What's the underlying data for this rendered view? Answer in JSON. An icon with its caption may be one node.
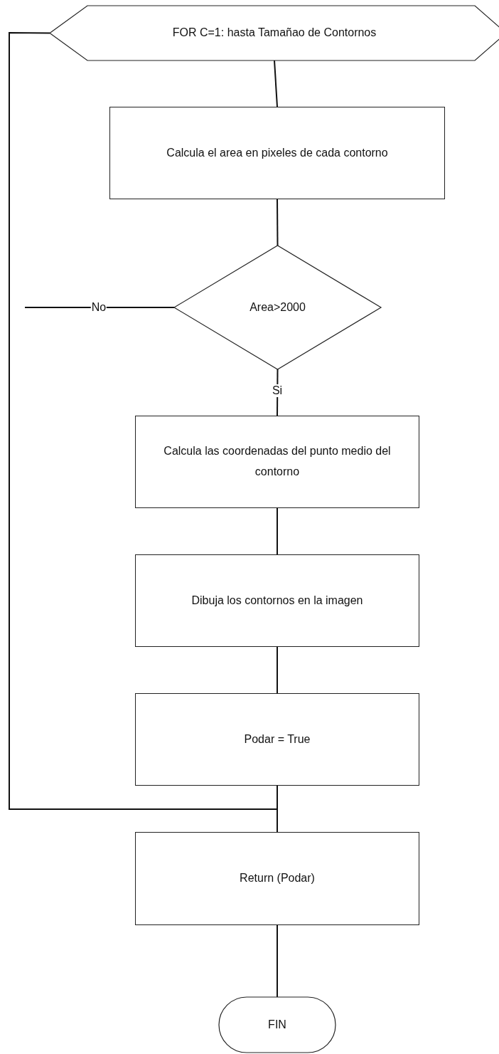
{
  "diagram": {
    "nodes": [
      {
        "text": [
          "FOR C=1: hasta Tamañao de Contornos"
        ]
      },
      {
        "text": [
          "Calcula el area en pixeles de cada contorno"
        ]
      },
      {
        "text": [
          "Area>2000"
        ]
      },
      {
        "text": [
          "Calcula las coordenadas del punto medio del contorno"
        ]
      },
      {
        "text": [
          "Dibuja los contornos en la imagen"
        ]
      },
      {
        "text": [
          "Podar = True"
        ]
      },
      {
        "text": [
          "Return (Podar)"
        ]
      },
      {
        "text": [
          "FIN"
        ]
      }
    ],
    "edges": [
      {
        "from": 0,
        "to": 1,
        "arrow": "none"
      },
      {
        "from": 1,
        "to": 2,
        "arrow": "none"
      },
      {
        "from": 2,
        "to": null,
        "arrow": "none",
        "label": "No"
      },
      {
        "from": 2,
        "to": 3,
        "arrow": "none",
        "label": "Si"
      },
      {
        "from": 3,
        "to": 4,
        "arrow": "none"
      },
      {
        "from": 4,
        "to": 5,
        "arrow": "none"
      },
      {
        "from": 5,
        "to": 6,
        "arrow": "none"
      },
      {
        "from": 0,
        "to": 6,
        "arrow": "none"
      },
      {
        "from": 6,
        "to": 7,
        "arrow": "none"
      }
    ]
  }
}
